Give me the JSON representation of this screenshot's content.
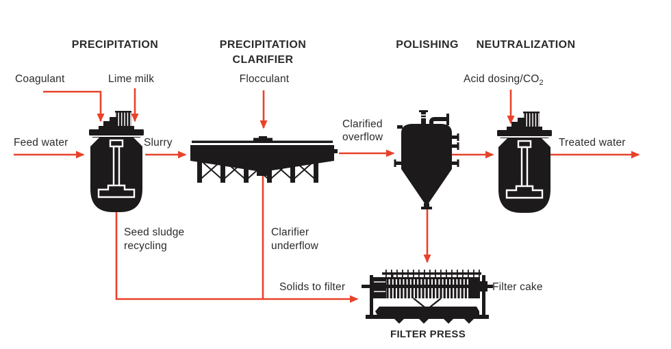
{
  "colors": {
    "arrow_red": "#e8422a",
    "equipment_black": "#1d1a1b",
    "text_dark": "#2b2a29",
    "background": "#ffffff"
  },
  "stage_headers": [
    {
      "id": "precipitation",
      "text": "PRECIPITATION"
    },
    {
      "id": "precipitation_clarifier",
      "text": "PRECIPITATION\nCLARIFIER"
    },
    {
      "id": "polishing",
      "text": "POLISHING"
    },
    {
      "id": "neutralization",
      "text": "NEUTRALIZATION"
    }
  ],
  "stream_labels": {
    "coagulant": "Coagulant",
    "lime_milk": "Lime milk",
    "feed_water": "Feed water",
    "slurry": "Slurry",
    "flocculant": "Flocculant",
    "clarified_overflow": "Clarified\noverflow",
    "acid_dosing_main": "Acid dosing/CO",
    "acid_dosing_subscript": "2",
    "treated_water": "Treated water",
    "seed_sludge_recycling": "Seed sludge\nrecycling",
    "clarifier_underflow": "Clarifier\nunderflow",
    "solids_to_filter": "Solids to filter",
    "filter_cake": "Filter cake"
  },
  "equipment_labels": {
    "filter_press": "FILTER PRESS"
  },
  "icons": [
    {
      "name": "precipitation-reactor-icon",
      "meaning": "stirred reactor tank with agitator motor"
    },
    {
      "name": "clarifier-icon",
      "meaning": "clarifier basin on cross-braced trestle legs"
    },
    {
      "name": "polishing-vessel-icon",
      "meaning": "conical-bottom polishing vessel with overflow pipe"
    },
    {
      "name": "neutralization-reactor-icon",
      "meaning": "stirred reactor tank with agitator motor"
    },
    {
      "name": "filter-press-icon",
      "meaning": "plate-and-frame filter press"
    }
  ]
}
